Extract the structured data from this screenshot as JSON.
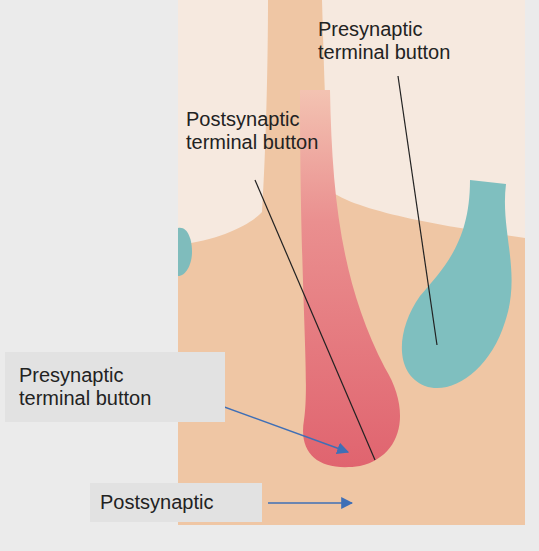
{
  "diagram": {
    "nodes": [
      {
        "text": [
          "Presynaptic terminal button"
        ]
      },
      {
        "text": [
          "Postsynaptic"
        ]
      }
    ],
    "labels": [
      "Presynaptic terminal button",
      "Postsynaptic terminal button"
    ]
  }
}
